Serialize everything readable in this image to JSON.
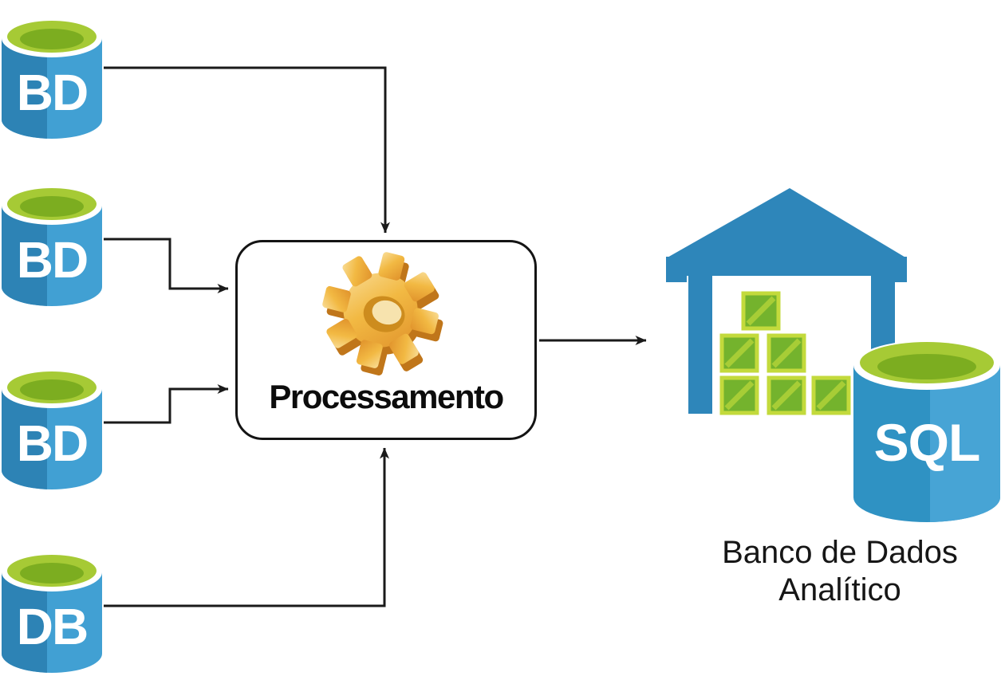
{
  "diagram": {
    "sources": [
      {
        "label": "BD"
      },
      {
        "label": "BD"
      },
      {
        "label": "BD"
      },
      {
        "label": "DB"
      }
    ],
    "process": {
      "label": "Processamento",
      "icon": "gear-icon"
    },
    "target": {
      "warehouse_icon": "warehouse-icon",
      "database_label": "SQL",
      "caption_line1": "Banco de Dados",
      "caption_line2": "Analítico"
    },
    "colors": {
      "cylinder_blue": "#41a0d3",
      "cylinder_blue_dark": "#2d83b5",
      "cylinder_top_green": "#a6ca35",
      "cylinder_top_green_dark": "#7cad20",
      "warehouse_blue": "#2e86ba",
      "crate_green": "#74b32d",
      "crate_border_green": "#c3da3c",
      "crate_stripe_green": "#a7cd36",
      "gear_gold": "#eeab33",
      "connector_black": "#1a1a1a"
    }
  }
}
